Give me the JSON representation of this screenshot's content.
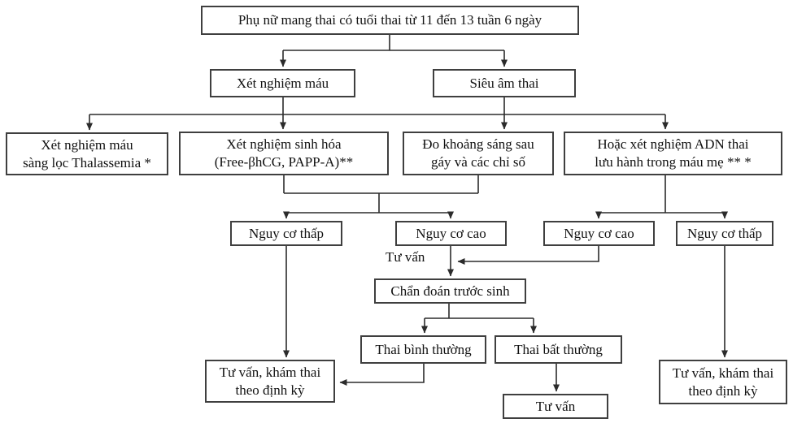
{
  "flowchart": {
    "root": {
      "label": "Phụ nữ mang thai có tuổi thai từ 11 đến 13 tuần 6 ngày"
    },
    "blood_test": {
      "label": "Xét nghiệm máu"
    },
    "ultrasound": {
      "label": "Siêu âm thai"
    },
    "thalassemia": {
      "label": "Xét nghiệm máu\nsàng lọc Thalassemia *"
    },
    "biochemistry": {
      "label": "Xét nghiệm sinh hóa\n(Free-βhCG, PAPP-A)**"
    },
    "nuchal": {
      "label": "Đo khoảng sáng sau\ngáy và các chỉ số"
    },
    "cffdna": {
      "label": "Hoặc xét nghiệm ADN thai\nlưu hành trong máu mẹ ** *"
    },
    "low_risk_left": {
      "label": "Nguy cơ thấp"
    },
    "high_risk_left": {
      "label": "Nguy cơ cao"
    },
    "high_risk_right": {
      "label": "Nguy cơ cao"
    },
    "low_risk_right": {
      "label": "Nguy cơ thấp"
    },
    "consult_arrow_label": {
      "label": "Tư vấn"
    },
    "prenatal_diagnosis": {
      "label": "Chẩn đoán trước sinh"
    },
    "normal_fetus": {
      "label": "Thai bình thường"
    },
    "abnormal_fetus": {
      "label": "Thai bất thường"
    },
    "followup_left": {
      "label": "Tư vấn, khám thai\ntheo định kỳ"
    },
    "consult_bottom": {
      "label": "Tư vấn"
    },
    "followup_right": {
      "label": "Tư vấn, khám thai\ntheo định kỳ"
    }
  },
  "colors": {
    "box_border": "#3f3f3f",
    "connector": "#2b2b2b",
    "background": "#ffffff",
    "text": "#111111"
  }
}
